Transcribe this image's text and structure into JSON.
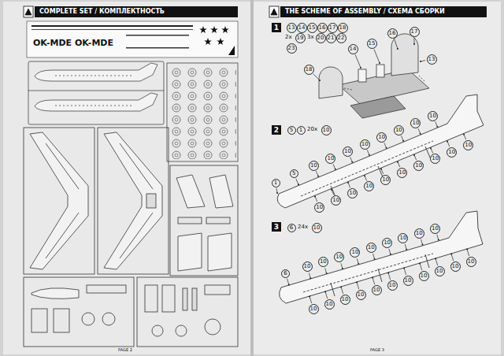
{
  "diagram": {
    "nodes": [
      {
        "text": [
          "COMPLETE SET / КОМПЛЕКТНОСТЬ"
        ]
      },
      {
        "text": [
          "THE SCHEME OF ASSEMBLY / СХЕМА СБОРКИ"
        ]
      },
      {
        "text": [
          "1"
        ]
      },
      {
        "text": [
          "2"
        ]
      },
      {
        "text": [
          "3"
        ]
      },
      {
        "text": [
          "13"
        ]
      },
      {
        "text": [
          "14"
        ]
      },
      {
        "text": [
          "15"
        ]
      },
      {
        "text": [
          "16"
        ]
      },
      {
        "text": [
          "17"
        ]
      },
      {
        "text": [
          "18"
        ]
      },
      {
        "text": [
          "19"
        ]
      },
      {
        "text": [
          "20"
        ]
      },
      {
        "text": [
          "21"
        ]
      },
      {
        "text": [
          "22"
        ]
      },
      {
        "text": [
          "23"
        ]
      },
      {
        "text": [
          "14"
        ]
      },
      {
        "text": [
          "15"
        ]
      },
      {
        "text": [
          "16"
        ]
      },
      {
        "text": [
          "17"
        ]
      },
      {
        "text": [
          "18"
        ]
      },
      {
        "text": [
          "13"
        ]
      },
      {
        "text": [
          "5"
        ]
      },
      {
        "text": [
          "1"
        ]
      },
      {
        "text": [
          "10"
        ]
      },
      {
        "text": [
          "1"
        ]
      },
      {
        "text": [
          "5"
        ]
      },
      {
        "text": [
          "10"
        ]
      },
      {
        "text": [
          "10"
        ]
      },
      {
        "text": [
          "10"
        ]
      },
      {
        "text": [
          "10"
        ]
      },
      {
        "text": [
          "10"
        ]
      },
      {
        "text": [
          "10"
        ]
      },
      {
        "text": [
          "10"
        ]
      },
      {
        "text": [
          "10"
        ]
      },
      {
        "text": [
          "10"
        ]
      },
      {
        "text": [
          "10"
        ]
      },
      {
        "text": [
          "10"
        ]
      },
      {
        "text": [
          "10"
        ]
      },
      {
        "text": [
          "10"
        ]
      },
      {
        "text": [
          "10"
        ]
      },
      {
        "text": [
          "10"
        ]
      },
      {
        "text": [
          "10"
        ]
      },
      {
        "text": [
          "10"
        ]
      },
      {
        "text": [
          "10"
        ]
      },
      {
        "text": [
          "6"
        ]
      },
      {
        "text": [
          "10"
        ]
      },
      {
        "text": [
          "6"
        ]
      },
      {
        "text": [
          "10"
        ]
      },
      {
        "text": [
          "10"
        ]
      },
      {
        "text": [
          "10"
        ]
      },
      {
        "text": [
          "10"
        ]
      },
      {
        "text": [
          "10"
        ]
      },
      {
        "text": [
          "10"
        ]
      },
      {
        "text": [
          "10"
        ]
      },
      {
        "text": [
          "10"
        ]
      },
      {
        "text": [
          "10"
        ]
      },
      {
        "text": [
          "10"
        ]
      },
      {
        "text": [
          "10"
        ]
      },
      {
        "text": [
          "10"
        ]
      },
      {
        "text": [
          "10"
        ]
      },
      {
        "text": [
          "10"
        ]
      },
      {
        "text": [
          "10"
        ]
      },
      {
        "text": [
          "10"
        ]
      },
      {
        "text": [
          "10"
        ]
      },
      {
        "text": [
          "10"
        ]
      },
      {
        "text": [
          "10"
        ]
      },
      {
        "text": [
          "10"
        ]
      }
    ],
    "labels": [
      "2x",
      "3x",
      "20x",
      "24x",
      "OK-MDE OK-MDE",
      "PAGE 2",
      "PAGE 3"
    ]
  }
}
